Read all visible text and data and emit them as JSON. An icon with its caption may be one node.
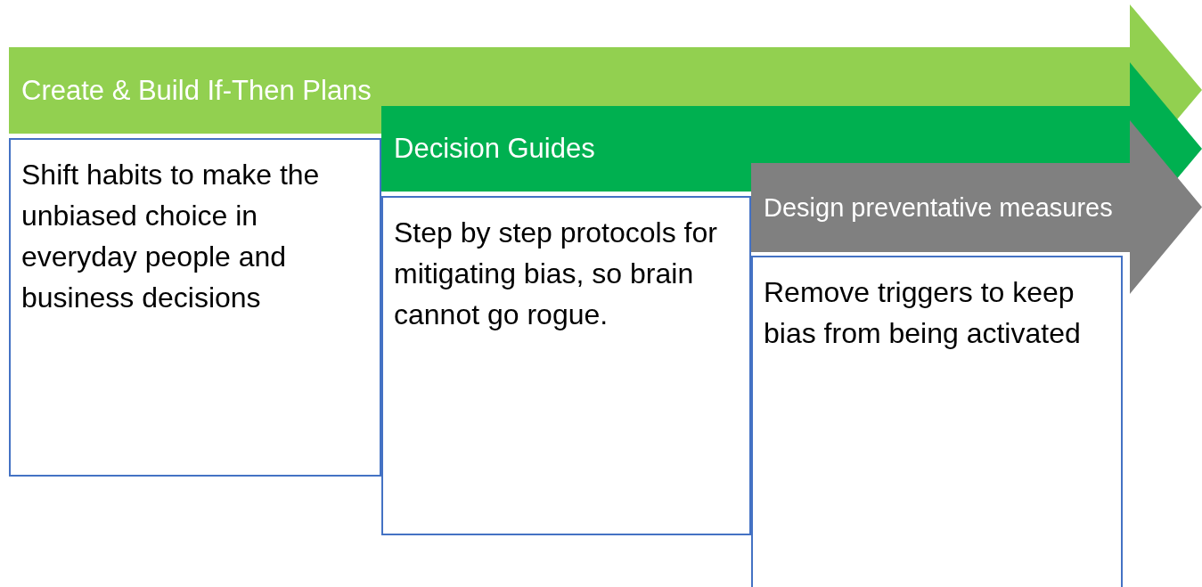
{
  "diagram": {
    "nodes": [
      {
        "text": [
          "Create & Build If-Then Plans"
        ]
      },
      {
        "text": [
          "Shift habits to make the unbiased choice in everyday people and business decisions"
        ]
      },
      {
        "text": [
          "Decision Guides"
        ]
      },
      {
        "text": [
          "Step by step protocols for mitigating bias, so brain cannot go rogue."
        ]
      },
      {
        "text": [
          "Design preventative measures"
        ]
      },
      {
        "text": [
          "Remove triggers to keep bias from being activated"
        ]
      }
    ]
  }
}
